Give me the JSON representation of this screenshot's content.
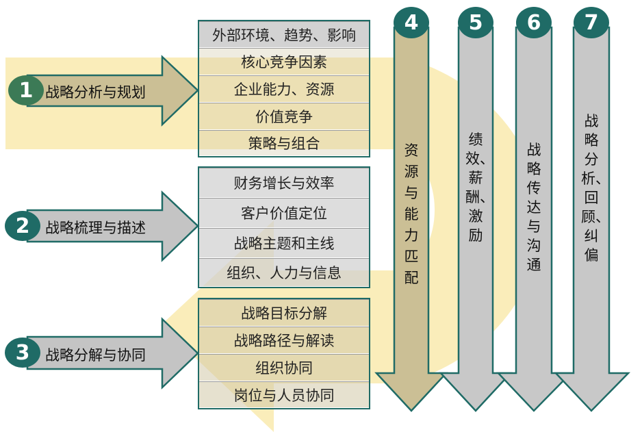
{
  "stages": [
    {
      "num": "1",
      "label": "战略分析与规划",
      "items": [
        "外部环境、趋势、影响",
        "核心竞争因素",
        "企业能力、资源",
        "价值竞争",
        "策略与组合"
      ]
    },
    {
      "num": "2",
      "label": "战略梳理与描述",
      "items": [
        "财务增长与效率",
        "客户价值定位",
        "战略主题和主线",
        "组织、人力与信息"
      ]
    },
    {
      "num": "3",
      "label": "战略分解与协同",
      "items": [
        "战略目标分解",
        "战略路径与解读",
        "组织协同",
        "岗位与人员协同"
      ]
    }
  ],
  "columns": [
    {
      "num": "4",
      "label": "资源与能力匹配"
    },
    {
      "num": "5",
      "label": "绩效、薪酬、激励"
    },
    {
      "num": "6",
      "label": "战略传达与沟通"
    },
    {
      "num": "7",
      "label": "战略分析、回顾、纠偏"
    }
  ],
  "colors": {
    "teal": "#1f6b66",
    "badge_green": "#3c7a56",
    "arrow_gray": "#c8c8c8",
    "arrow_tan": "#cbbf95",
    "cycle_yellow": "#f8e7a4",
    "cell_gray": "#d2d2d2"
  }
}
